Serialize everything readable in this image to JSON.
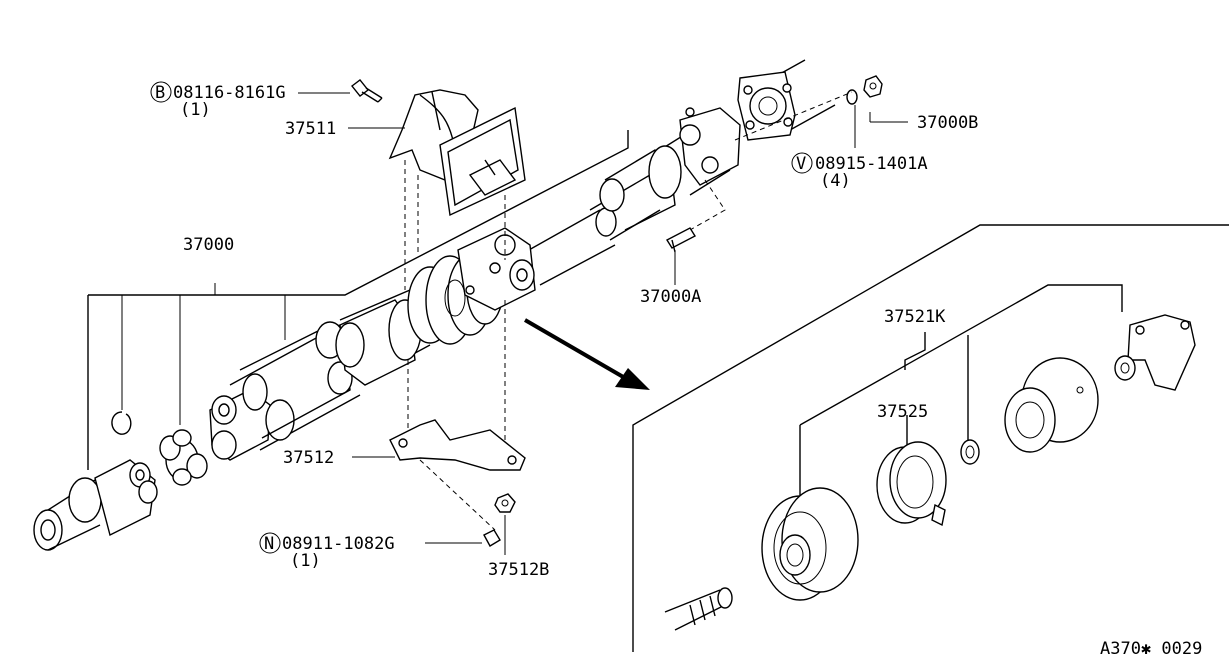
{
  "diagram": {
    "labels": {
      "bolt_b": "08116-8161G",
      "bolt_b_qty": "(1)",
      "bolt_b_symbol": "B",
      "bracket_upper": "37511",
      "nut_b": "37000B",
      "washer_v": "08915-1401A",
      "washer_v_qty": "(4)",
      "washer_v_symbol": "V",
      "shaft_assy": "37000",
      "bolt_a": "37000A",
      "center_bearing_kit": "37521K",
      "bearing_insulator": "37525",
      "bracket_lower": "37512",
      "nut_n": "08911-1082G",
      "nut_n_qty": "(1)",
      "nut_n_symbol": "N",
      "nut_lower": "37512B",
      "diagram_code": "A370✱ 0029"
    }
  }
}
